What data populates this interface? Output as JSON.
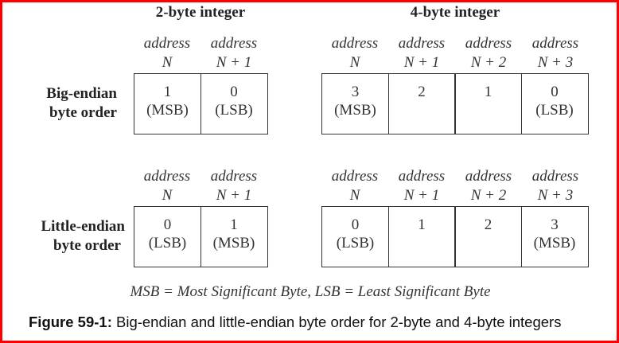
{
  "headers": {
    "two_byte": "2-byte integer",
    "four_byte": "4-byte integer"
  },
  "address_word": "address",
  "address_offsets": [
    "N",
    "N + 1",
    "N + 2",
    "N + 3"
  ],
  "rows": [
    {
      "label_line1": "Big-endian",
      "label_line2": "byte order",
      "two_byte": [
        {
          "value": "1",
          "role": "(MSB)"
        },
        {
          "value": "0",
          "role": "(LSB)"
        }
      ],
      "four_byte": [
        {
          "value": "3",
          "role": "(MSB)"
        },
        {
          "value": "2",
          "role": ""
        },
        {
          "value": "1",
          "role": ""
        },
        {
          "value": "0",
          "role": "(LSB)"
        }
      ]
    },
    {
      "label_line1": "Little-endian",
      "label_line2": "byte order",
      "two_byte": [
        {
          "value": "0",
          "role": "(LSB)"
        },
        {
          "value": "1",
          "role": "(MSB)"
        }
      ],
      "four_byte": [
        {
          "value": "0",
          "role": "(LSB)"
        },
        {
          "value": "1",
          "role": ""
        },
        {
          "value": "2",
          "role": ""
        },
        {
          "value": "3",
          "role": "(MSB)"
        }
      ]
    }
  ],
  "legend": "MSB = Most Significant Byte,  LSB = Least Significant Byte",
  "caption": {
    "label": "Figure 59-1:",
    "text": " Big-endian and little-endian byte order for 2-byte and 4-byte integers"
  },
  "colors": {
    "frame": "#ff0000",
    "ink": "#333333"
  }
}
